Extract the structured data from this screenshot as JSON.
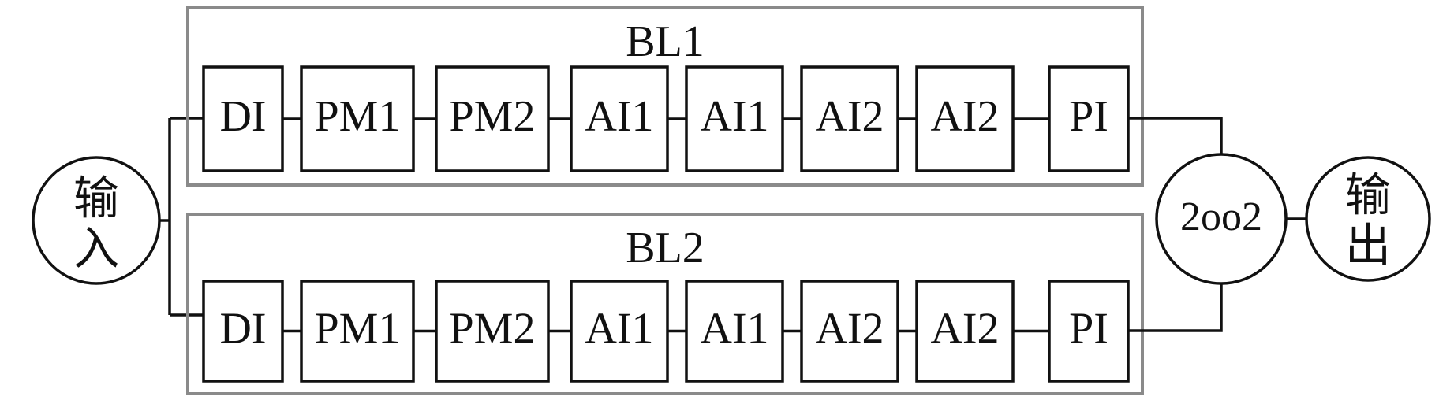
{
  "input_node": {
    "line1": "输",
    "line2": "入"
  },
  "output_node": {
    "line1": "输",
    "line2": "出"
  },
  "voter_node": {
    "label": "2oo2"
  },
  "channels": [
    {
      "title": "BL1",
      "blocks": [
        "DI",
        "PM1",
        "PM2",
        "AI1",
        "AI1",
        "AI2",
        "AI2",
        "PI"
      ]
    },
    {
      "title": "BL2",
      "blocks": [
        "DI",
        "PM1",
        "PM2",
        "AI1",
        "AI1",
        "AI2",
        "AI2",
        "PI"
      ]
    }
  ]
}
